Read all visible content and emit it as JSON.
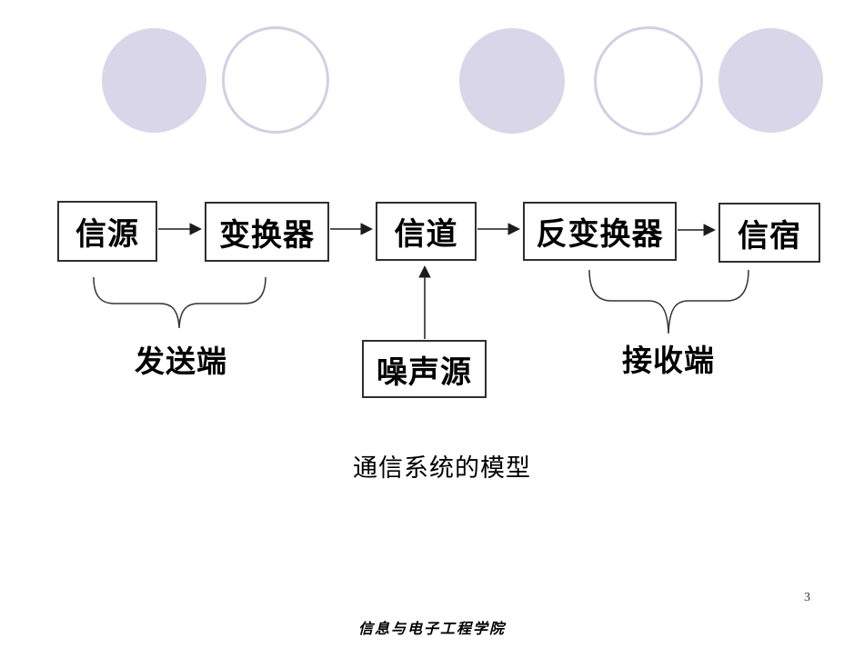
{
  "slide": {
    "caption": "通信系统的模型",
    "footer_text": "信息与电子工程学院",
    "page_number": "3"
  },
  "diagram": {
    "boxes": [
      {
        "id": "source",
        "label": "信源"
      },
      {
        "id": "converter",
        "label": "变换器"
      },
      {
        "id": "channel",
        "label": "信道"
      },
      {
        "id": "inverse-converter",
        "label": "反变换器"
      },
      {
        "id": "sink",
        "label": "信宿"
      },
      {
        "id": "noise-source",
        "label": "噪声源"
      }
    ],
    "connections": [
      {
        "from": "source",
        "to": "converter"
      },
      {
        "from": "converter",
        "to": "channel"
      },
      {
        "from": "channel",
        "to": "inverse-converter"
      },
      {
        "from": "inverse-converter",
        "to": "sink"
      },
      {
        "from": "noise-source",
        "to": "channel"
      }
    ],
    "group_labels": [
      {
        "id": "transmitter-side",
        "label": "发送端",
        "covers": [
          "source",
          "converter"
        ]
      },
      {
        "id": "receiver-side",
        "label": "接收端",
        "covers": [
          "inverse-converter",
          "sink"
        ]
      }
    ]
  },
  "colors": {
    "circle_fill": "#d8d6e8",
    "circle_stroke": "#d2cfe3",
    "box_border": "#2f2f2f",
    "line": "#1c1c1c"
  }
}
